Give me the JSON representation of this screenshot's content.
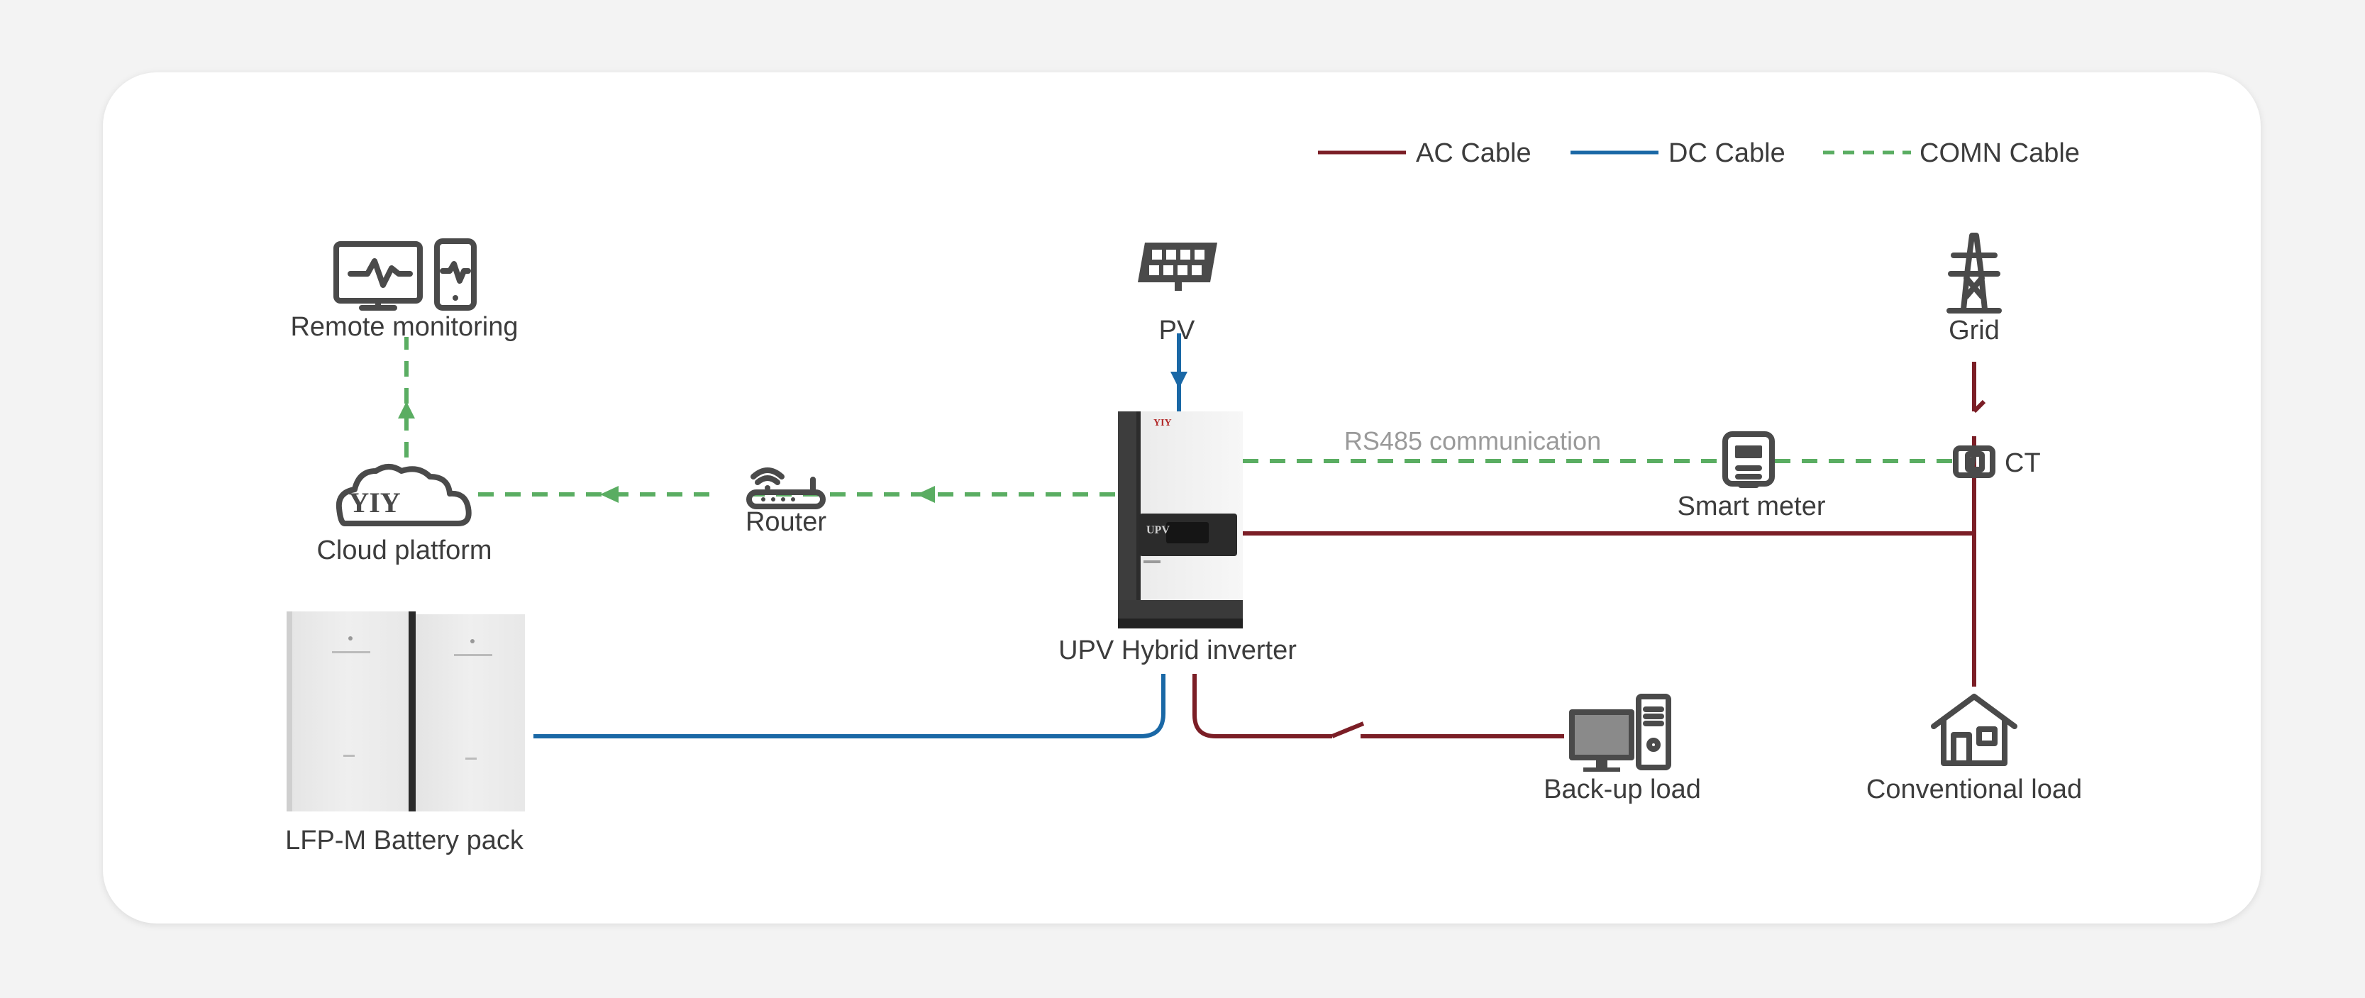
{
  "legend": {
    "ac": "AC Cable",
    "dc": "DC Cable",
    "comn": "COMN Cable"
  },
  "nodes": {
    "remote_monitoring": "Remote monitoring",
    "cloud_platform": "Cloud platform",
    "router": "Router",
    "pv": "PV",
    "inverter": "UPV Hybrid inverter",
    "battery": "LFP-M Battery pack",
    "grid": "Grid",
    "ct": "CT",
    "smart_meter": "Smart meter",
    "backup_load": "Back-up load",
    "conventional_load": "Conventional load"
  },
  "link_labels": {
    "rs485": "RS485 communication"
  },
  "branding": {
    "cloud_logo": "YIY",
    "inverter_logo": "YIY",
    "inverter_panel": "UPV"
  },
  "colors": {
    "ac": "#7b1e26",
    "dc": "#1a68a6",
    "comn": "#5aad62",
    "icon": "#4a4a4a"
  },
  "icons": {
    "monitor": "monitor-icon",
    "phone": "phone-icon",
    "cloud": "cloud-icon",
    "router": "router-icon",
    "solar": "solar-panel-icon",
    "tower": "transmission-tower-icon",
    "meter": "smart-meter-icon",
    "ct": "ct-clamp-icon",
    "pc": "computer-icon",
    "house": "house-icon"
  }
}
